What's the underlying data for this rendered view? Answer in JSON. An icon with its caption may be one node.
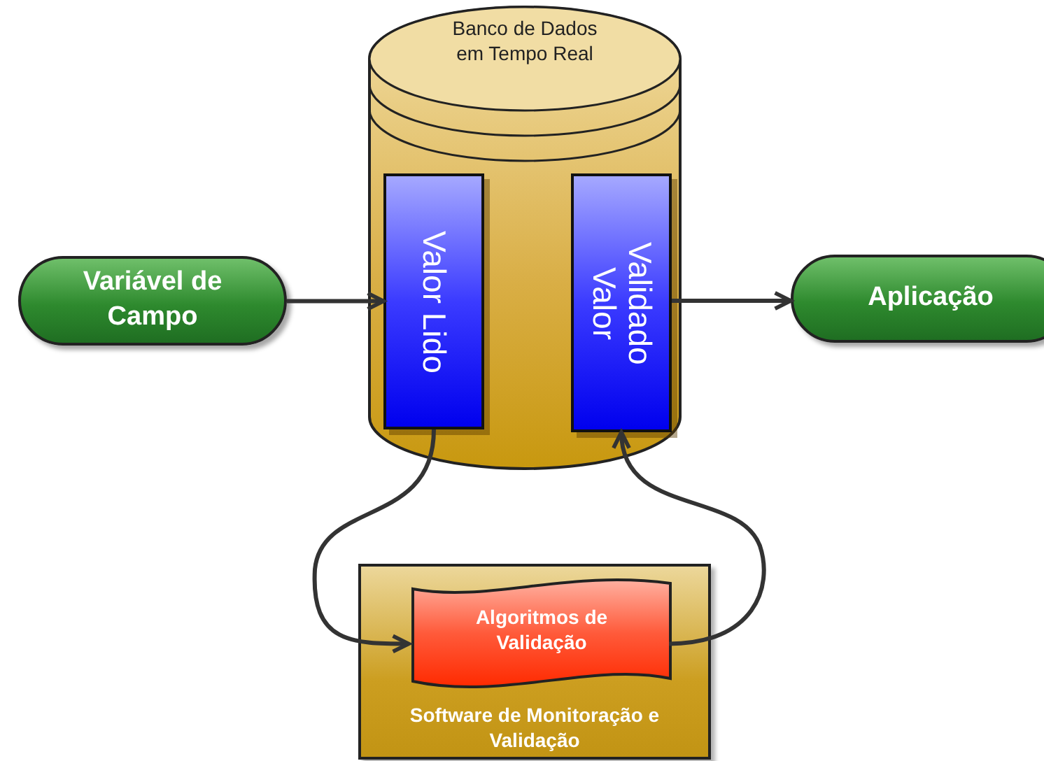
{
  "diagram": {
    "nodes": [
      {
        "text": [
          "Variável de Campo"
        ]
      },
      {
        "text": [
          "Banco de Dados em Tempo Real"
        ]
      },
      {
        "text": [
          "Valor Lido"
        ],
        "in": 1
      },
      {
        "text": [
          "Valor Validado"
        ],
        "in": 1
      },
      {
        "text": [
          "Aplicação"
        ]
      },
      {
        "text": [
          "Software de Monitoração e Validação"
        ]
      },
      {
        "text": [
          "Algoritmos de Validação"
        ],
        "in": 5
      }
    ],
    "edges": [
      {
        "from": 0,
        "to": 2,
        "arrow": "to"
      },
      {
        "from": 3,
        "to": 4,
        "arrow": "to"
      },
      {
        "from": 2,
        "to": 6,
        "arrow": "to"
      },
      {
        "from": 6,
        "to": 3,
        "arrow": "to"
      }
    ]
  }
}
